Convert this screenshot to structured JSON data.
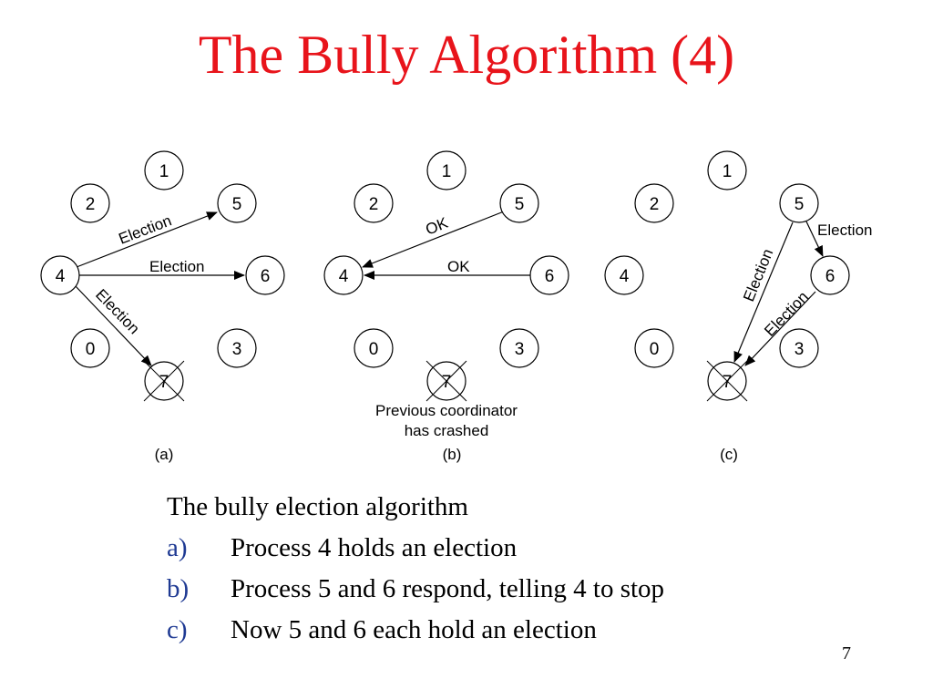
{
  "slide": {
    "title": "The Bully Algorithm (4)",
    "page_number": "7"
  },
  "diagram": {
    "panels": [
      {
        "caption": "(a)",
        "nodes": [
          "1",
          "2",
          "5",
          "4",
          "6",
          "0",
          "3",
          "7"
        ],
        "crashed": "7",
        "edges": [
          {
            "from": "4",
            "to": "5",
            "label": "Election"
          },
          {
            "from": "4",
            "to": "6",
            "label": "Election"
          },
          {
            "from": "4",
            "to": "7",
            "label": "Election"
          }
        ]
      },
      {
        "caption": "(b)",
        "nodes": [
          "1",
          "2",
          "5",
          "4",
          "6",
          "0",
          "3",
          "7"
        ],
        "crashed": "7",
        "note_lines": [
          "Previous coordinator",
          "has crashed"
        ],
        "edges": [
          {
            "from": "5",
            "to": "4",
            "label": "OK"
          },
          {
            "from": "6",
            "to": "4",
            "label": "OK"
          }
        ]
      },
      {
        "caption": "(c)",
        "nodes": [
          "1",
          "2",
          "5",
          "4",
          "6",
          "0",
          "3",
          "7"
        ],
        "crashed": "7",
        "edges": [
          {
            "from": "5",
            "to": "6",
            "label": "Election"
          },
          {
            "from": "5",
            "to": "7",
            "label": "Election"
          },
          {
            "from": "6",
            "to": "7",
            "label": "Election"
          }
        ]
      }
    ]
  },
  "text": {
    "heading": "The bully election algorithm",
    "items": [
      {
        "marker": "a)",
        "text": "Process 4 holds an election"
      },
      {
        "marker": "b)",
        "text": "Process 5 and 6 respond, telling 4 to stop"
      },
      {
        "marker": "c)",
        "text": "Now 5 and 6 each hold an election"
      }
    ]
  },
  "colors": {
    "title": "#e8141b",
    "marker": "#1f3a93"
  }
}
